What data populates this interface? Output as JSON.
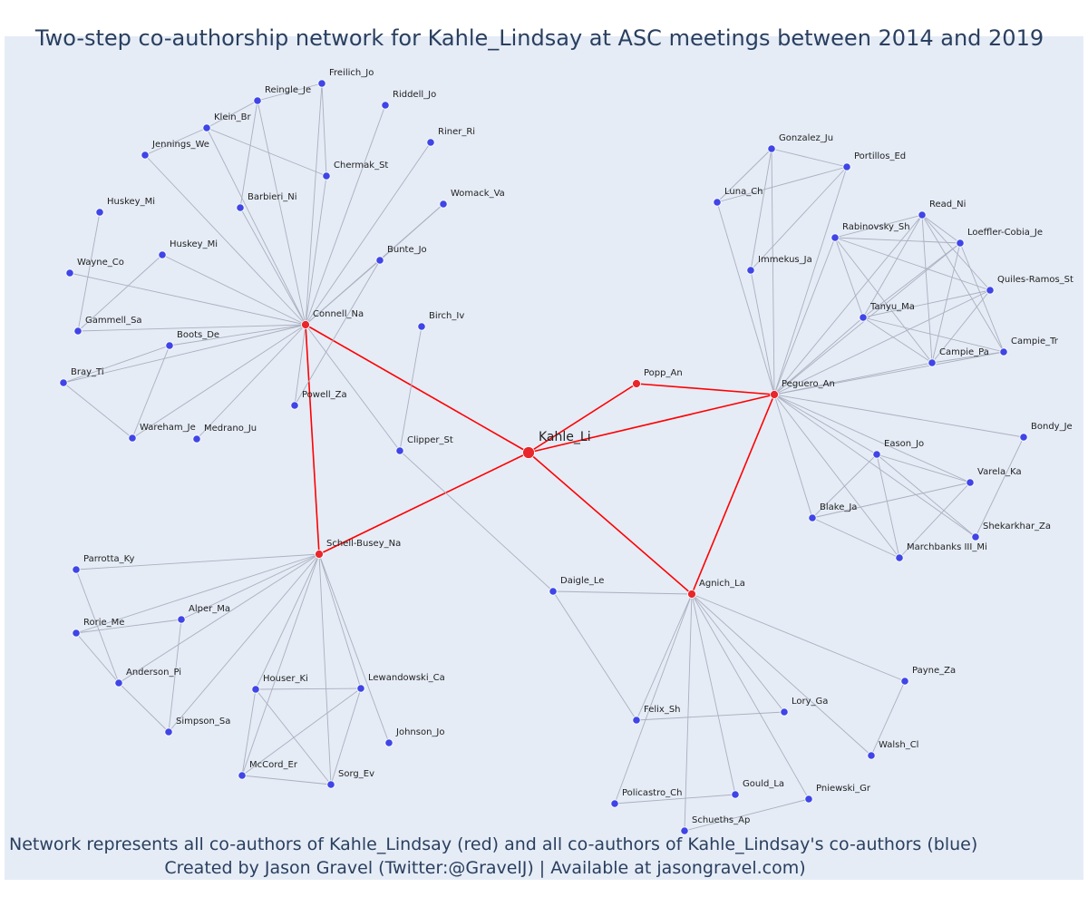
{
  "title": "Two-step co-authorship network for Kahle_Lindsay at ASC meetings between 2014 and 2019",
  "footer": {
    "line1": "Network represents all co-authors of Kahle_Lindsay (red) and all co-authors of Kahle_Lindsay's co-authors (blue)",
    "line2": "Created by Jason Gravel (Twitter:@GravelJ) | Available at jasongravel.com)"
  },
  "colors": {
    "background": "#e5ecf6",
    "red": "#e8262b",
    "blue": "#3f45e6",
    "red_edge": "#ff0000",
    "gray_edge": "#aab0bf",
    "text": "#2a3f5f"
  },
  "network": {
    "center": "Kahle_Li",
    "nodes": [
      {
        "id": "Kahle_Li",
        "group": "center"
      },
      {
        "id": "Connell_Na",
        "group": "red"
      },
      {
        "id": "Schell-Busey_Na",
        "group": "red"
      },
      {
        "id": "Popp_An",
        "group": "red"
      },
      {
        "id": "Peguero_An",
        "group": "red"
      },
      {
        "id": "Agnich_La",
        "group": "red"
      },
      {
        "id": "Freilich_Jo",
        "group": "blue"
      },
      {
        "id": "Reingle_Je",
        "group": "blue"
      },
      {
        "id": "Riddell_Jo",
        "group": "blue"
      },
      {
        "id": "Klein_Br",
        "group": "blue"
      },
      {
        "id": "Riner_Ri",
        "group": "blue"
      },
      {
        "id": "Jennings_We",
        "group": "blue"
      },
      {
        "id": "Chermak_St",
        "group": "blue"
      },
      {
        "id": "Womack_Va",
        "group": "blue"
      },
      {
        "id": "Barbieri_Ni",
        "group": "blue"
      },
      {
        "id": "Huskey_Mi (1)",
        "group": "blue"
      },
      {
        "id": "Huskey_Mi (2)",
        "group": "blue"
      },
      {
        "id": "Bunte_Jo",
        "group": "blue"
      },
      {
        "id": "Wayne_Co",
        "group": "blue"
      },
      {
        "id": "Birch_Iv",
        "group": "blue"
      },
      {
        "id": "Gammell_Sa",
        "group": "blue"
      },
      {
        "id": "Boots_De",
        "group": "blue"
      },
      {
        "id": "Bray_Ti",
        "group": "blue"
      },
      {
        "id": "Powell_Za",
        "group": "blue"
      },
      {
        "id": "Clipper_St",
        "group": "blue"
      },
      {
        "id": "Wareham_Je",
        "group": "blue"
      },
      {
        "id": "Medrano_Ju",
        "group": "blue"
      },
      {
        "id": "Parrotta_Ky",
        "group": "blue"
      },
      {
        "id": "Alper_Ma",
        "group": "blue"
      },
      {
        "id": "Rorie_Me",
        "group": "blue"
      },
      {
        "id": "Anderson_Pi",
        "group": "blue"
      },
      {
        "id": "Simpson_Sa",
        "group": "blue"
      },
      {
        "id": "Houser_Ki",
        "group": "blue"
      },
      {
        "id": "Lewandowski_Ca",
        "group": "blue"
      },
      {
        "id": "Johnson_Jo",
        "group": "blue"
      },
      {
        "id": "McCord_Er",
        "group": "blue"
      },
      {
        "id": "Sorg_Ev",
        "group": "blue"
      },
      {
        "id": "Gonzalez_Ju",
        "group": "blue"
      },
      {
        "id": "Portillos_Ed",
        "group": "blue"
      },
      {
        "id": "Luna_Ch",
        "group": "blue"
      },
      {
        "id": "Read_Ni",
        "group": "blue"
      },
      {
        "id": "Rabinovsky_Sh",
        "group": "blue"
      },
      {
        "id": "Loeffler-Cobia_Je",
        "group": "blue"
      },
      {
        "id": "Immekus_Ja",
        "group": "blue"
      },
      {
        "id": "Quiles-Ramos_St",
        "group": "blue"
      },
      {
        "id": "Tanyu_Ma",
        "group": "blue"
      },
      {
        "id": "Campie_Tr",
        "group": "blue"
      },
      {
        "id": "Campie_Pa",
        "group": "blue"
      },
      {
        "id": "Bondy_Je",
        "group": "blue"
      },
      {
        "id": "Eason_Jo",
        "group": "blue"
      },
      {
        "id": "Varela_Ka",
        "group": "blue"
      },
      {
        "id": "Blake_Ja",
        "group": "blue"
      },
      {
        "id": "Shekarkhar_Za",
        "group": "blue"
      },
      {
        "id": "Marchbanks III_Mi",
        "group": "blue"
      },
      {
        "id": "Daigle_Le",
        "group": "blue"
      },
      {
        "id": "Payne_Za",
        "group": "blue"
      },
      {
        "id": "Lory_Ga",
        "group": "blue"
      },
      {
        "id": "Felix_Sh",
        "group": "blue"
      },
      {
        "id": "Walsh_Cl",
        "group": "blue"
      },
      {
        "id": "Gould_La",
        "group": "blue"
      },
      {
        "id": "Pniewski_Gr",
        "group": "blue"
      },
      {
        "id": "Policastro_Ch",
        "group": "blue"
      },
      {
        "id": "Schueths_Ap",
        "group": "blue"
      }
    ],
    "edges": [
      [
        "Kahle_Li",
        "Connell_Na"
      ],
      [
        "Kahle_Li",
        "Schell-Busey_Na"
      ],
      [
        "Kahle_Li",
        "Popp_An"
      ],
      [
        "Kahle_Li",
        "Peguero_An"
      ],
      [
        "Kahle_Li",
        "Agnich_La"
      ],
      [
        "Connell_Na",
        "Schell-Busey_Na"
      ],
      [
        "Popp_An",
        "Peguero_An"
      ],
      [
        "Peguero_An",
        "Agnich_La"
      ],
      [
        "Connell_Na",
        "Freilich_Jo"
      ],
      [
        "Connell_Na",
        "Reingle_Je"
      ],
      [
        "Connell_Na",
        "Riddell_Jo"
      ],
      [
        "Connell_Na",
        "Klein_Br"
      ],
      [
        "Connell_Na",
        "Riner_Ri"
      ],
      [
        "Connell_Na",
        "Jennings_We"
      ],
      [
        "Connell_Na",
        "Chermak_St"
      ],
      [
        "Connell_Na",
        "Womack_Va"
      ],
      [
        "Connell_Na",
        "Barbieri_Ni"
      ],
      [
        "Connell_Na",
        "Huskey_Mi (2)"
      ],
      [
        "Connell_Na",
        "Bunte_Jo"
      ],
      [
        "Connell_Na",
        "Wayne_Co"
      ],
      [
        "Connell_Na",
        "Gammell_Sa"
      ],
      [
        "Connell_Na",
        "Boots_De"
      ],
      [
        "Connell_Na",
        "Bray_Ti"
      ],
      [
        "Connell_Na",
        "Powell_Za"
      ],
      [
        "Connell_Na",
        "Clipper_St"
      ],
      [
        "Connell_Na",
        "Wareham_Je"
      ],
      [
        "Connell_Na",
        "Medrano_Ju"
      ],
      [
        "Reingle_Je",
        "Freilich_Jo"
      ],
      [
        "Reingle_Je",
        "Klein_Br"
      ],
      [
        "Reingle_Je",
        "Barbieri_Ni"
      ],
      [
        "Klein_Br",
        "Jennings_We"
      ],
      [
        "Klein_Br",
        "Chermak_St"
      ],
      [
        "Freilich_Jo",
        "Chermak_St"
      ],
      [
        "Huskey_Mi (1)",
        "Gammell_Sa"
      ],
      [
        "Huskey_Mi (2)",
        "Gammell_Sa"
      ],
      [
        "Bunte_Jo",
        "Womack_Va"
      ],
      [
        "Bunte_Jo",
        "Powell_Za"
      ],
      [
        "Birch_Iv",
        "Clipper_St"
      ],
      [
        "Boots_De",
        "Bray_Ti"
      ],
      [
        "Boots_De",
        "Wareham_Je"
      ],
      [
        "Bray_Ti",
        "Wareham_Je"
      ],
      [
        "Clipper_St",
        "Daigle_Le"
      ],
      [
        "Schell-Busey_Na",
        "Parrotta_Ky"
      ],
      [
        "Schell-Busey_Na",
        "Alper_Ma"
      ],
      [
        "Schell-Busey_Na",
        "Rorie_Me"
      ],
      [
        "Schell-Busey_Na",
        "Anderson_Pi"
      ],
      [
        "Schell-Busey_Na",
        "Simpson_Sa"
      ],
      [
        "Schell-Busey_Na",
        "Houser_Ki"
      ],
      [
        "Schell-Busey_Na",
        "Lewandowski_Ca"
      ],
      [
        "Schell-Busey_Na",
        "Johnson_Jo"
      ],
      [
        "Schell-Busey_Na",
        "McCord_Er"
      ],
      [
        "Schell-Busey_Na",
        "Sorg_Ev"
      ],
      [
        "Parrotta_Ky",
        "Anderson_Pi"
      ],
      [
        "Rorie_Me",
        "Alper_Ma"
      ],
      [
        "Rorie_Me",
        "Anderson_Pi"
      ],
      [
        "Anderson_Pi",
        "Simpson_Sa"
      ],
      [
        "Alper_Ma",
        "Simpson_Sa"
      ],
      [
        "Houser_Ki",
        "Lewandowski_Ca"
      ],
      [
        "Houser_Ki",
        "McCord_Er"
      ],
      [
        "Houser_Ki",
        "Sorg_Ev"
      ],
      [
        "Lewandowski_Ca",
        "McCord_Er"
      ],
      [
        "Lewandowski_Ca",
        "Sorg_Ev"
      ],
      [
        "McCord_Er",
        "Sorg_Ev"
      ],
      [
        "Peguero_An",
        "Gonzalez_Ju"
      ],
      [
        "Peguero_An",
        "Portillos_Ed"
      ],
      [
        "Peguero_An",
        "Luna_Ch"
      ],
      [
        "Peguero_An",
        "Read_Ni"
      ],
      [
        "Peguero_An",
        "Rabinovsky_Sh"
      ],
      [
        "Peguero_An",
        "Loeffler-Cobia_Je"
      ],
      [
        "Peguero_An",
        "Immekus_Ja"
      ],
      [
        "Peguero_An",
        "Quiles-Ramos_St"
      ],
      [
        "Peguero_An",
        "Tanyu_Ma"
      ],
      [
        "Peguero_An",
        "Campie_Tr"
      ],
      [
        "Peguero_An",
        "Campie_Pa"
      ],
      [
        "Peguero_An",
        "Bondy_Je"
      ],
      [
        "Peguero_An",
        "Eason_Jo"
      ],
      [
        "Peguero_An",
        "Varela_Ka"
      ],
      [
        "Peguero_An",
        "Blake_Ja"
      ],
      [
        "Peguero_An",
        "Shekarkhar_Za"
      ],
      [
        "Peguero_An",
        "Marchbanks III_Mi"
      ],
      [
        "Gonzalez_Ju",
        "Portillos_Ed"
      ],
      [
        "Gonzalez_Ju",
        "Luna_Ch"
      ],
      [
        "Gonzalez_Ju",
        "Immekus_Ja"
      ],
      [
        "Portillos_Ed",
        "Luna_Ch"
      ],
      [
        "Portillos_Ed",
        "Immekus_Ja"
      ],
      [
        "Read_Ni",
        "Rabinovsky_Sh"
      ],
      [
        "Read_Ni",
        "Loeffler-Cobia_Je"
      ],
      [
        "Read_Ni",
        "Quiles-Ramos_St"
      ],
      [
        "Read_Ni",
        "Tanyu_Ma"
      ],
      [
        "Read_Ni",
        "Campie_Tr"
      ],
      [
        "Read_Ni",
        "Campie_Pa"
      ],
      [
        "Rabinovsky_Sh",
        "Loeffler-Cobia_Je"
      ],
      [
        "Rabinovsky_Sh",
        "Quiles-Ramos_St"
      ],
      [
        "Rabinovsky_Sh",
        "Tanyu_Ma"
      ],
      [
        "Rabinovsky_Sh",
        "Campie_Pa"
      ],
      [
        "Loeffler-Cobia_Je",
        "Tanyu_Ma"
      ],
      [
        "Loeffler-Cobia_Je",
        "Campie_Pa"
      ],
      [
        "Loeffler-Cobia_Je",
        "Campie_Tr"
      ],
      [
        "Quiles-Ramos_St",
        "Tanyu_Ma"
      ],
      [
        "Quiles-Ramos_St",
        "Campie_Pa"
      ],
      [
        "Tanyu_Ma",
        "Campie_Pa"
      ],
      [
        "Tanyu_Ma",
        "Campie_Tr"
      ],
      [
        "Campie_Pa",
        "Campie_Tr"
      ],
      [
        "Bondy_Je",
        "Shekarkhar_Za"
      ],
      [
        "Eason_Jo",
        "Varela_Ka"
      ],
      [
        "Eason_Jo",
        "Blake_Ja"
      ],
      [
        "Eason_Jo",
        "Marchbanks III_Mi"
      ],
      [
        "Eason_Jo",
        "Shekarkhar_Za"
      ],
      [
        "Varela_Ka",
        "Blake_Ja"
      ],
      [
        "Varela_Ka",
        "Marchbanks III_Mi"
      ],
      [
        "Blake_Ja",
        "Marchbanks III_Mi"
      ],
      [
        "Agnich_La",
        "Daigle_Le"
      ],
      [
        "Agnich_La",
        "Payne_Za"
      ],
      [
        "Agnich_La",
        "Lory_Ga"
      ],
      [
        "Agnich_La",
        "Felix_Sh"
      ],
      [
        "Agnich_La",
        "Walsh_Cl"
      ],
      [
        "Agnich_La",
        "Gould_La"
      ],
      [
        "Agnich_La",
        "Pniewski_Gr"
      ],
      [
        "Agnich_La",
        "Policastro_Ch"
      ],
      [
        "Agnich_La",
        "Schueths_Ap"
      ],
      [
        "Daigle_Le",
        "Felix_Sh"
      ],
      [
        "Felix_Sh",
        "Lory_Ga"
      ],
      [
        "Payne_Za",
        "Walsh_Cl"
      ],
      [
        "Policastro_Ch",
        "Gould_La"
      ],
      [
        "Schueths_Ap",
        "Pniewski_Gr"
      ]
    ]
  }
}
